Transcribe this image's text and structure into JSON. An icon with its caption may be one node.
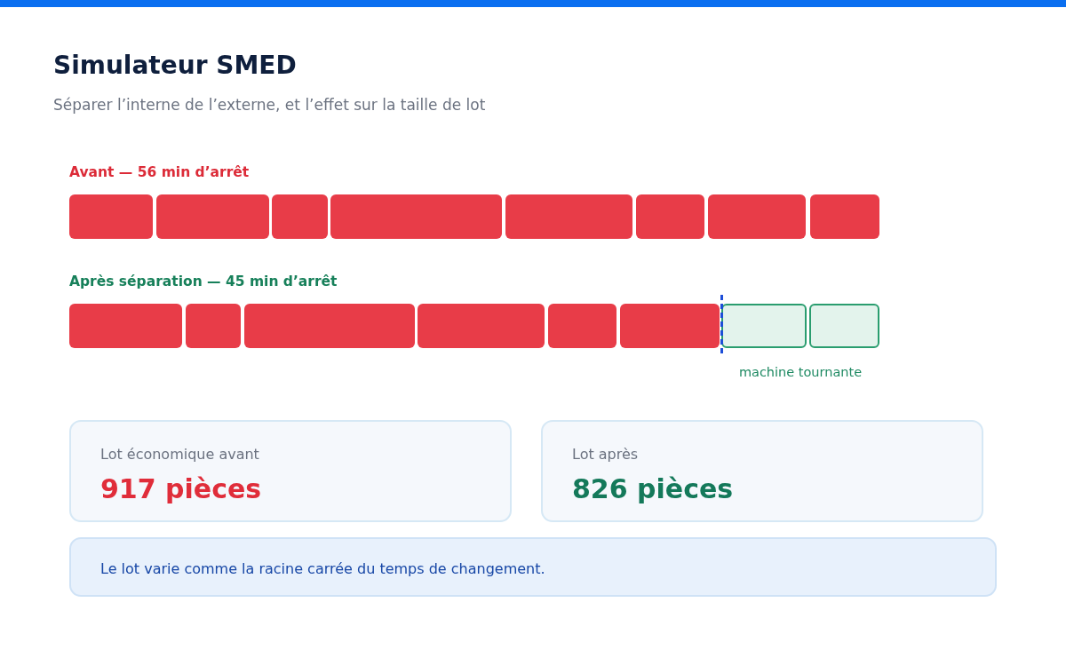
{
  "diagram": {
    "title": "Simulateur SMED",
    "nodes": [
      {
        "text": [],
        "shape": "box"
      },
      {
        "text": [],
        "shape": "box"
      },
      {
        "text": [],
        "shape": "box"
      },
      {
        "text": [],
        "shape": "box"
      },
      {
        "text": [],
        "shape": "box"
      },
      {
        "text": [],
        "shape": "box"
      },
      {
        "text": [],
        "shape": "box"
      },
      {
        "text": [],
        "shape": "box"
      },
      {
        "text": [],
        "shape": "box"
      },
      {
        "text": [],
        "shape": "box"
      },
      {
        "text": [],
        "shape": "box"
      },
      {
        "text": [],
        "shape": "box"
      },
      {
        "text": [],
        "shape": "box"
      },
      {
        "text": [],
        "shape": "box"
      },
      {
        "text": [],
        "shape": "box"
      },
      {
        "text": [],
        "shape": "box"
      },
      {
        "text": [
          "Lot économique avant",
          "917 pièces"
        ]
      },
      {
        "text": [
          "Lot après",
          "826 pièces"
        ]
      },
      {
        "text": [
          "Le lot varie comme la racine carrée du temps de changement."
        ]
      }
    ],
    "labels": [
      "Séparer l’interne de l’externe, et l’effet sur la taille de lot",
      "Avant — 56 min d’arrêt",
      "Après séparation — 45 min d’arrêt",
      "machine tournante"
    ]
  }
}
